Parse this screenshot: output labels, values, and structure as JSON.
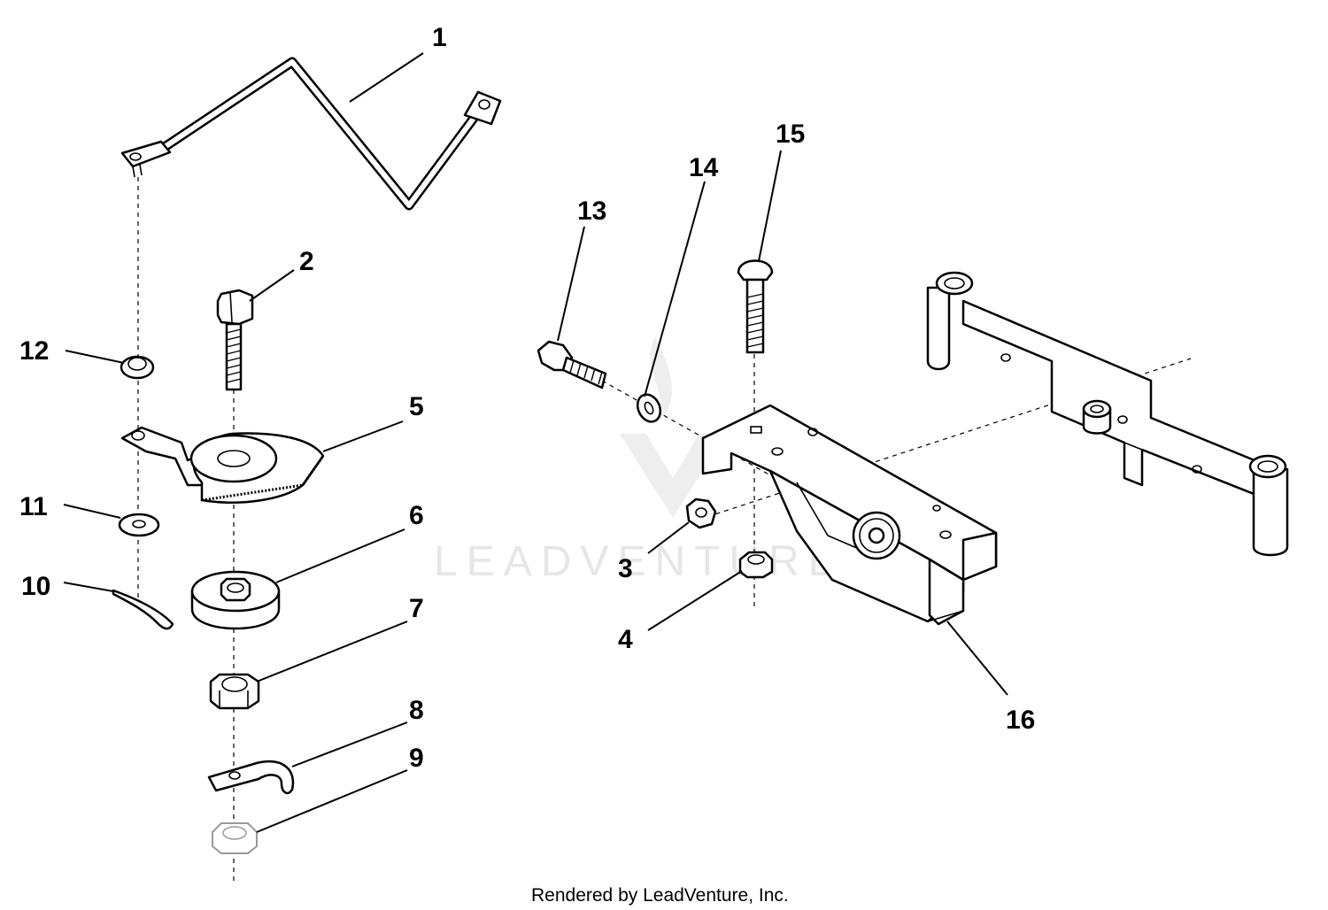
{
  "footer": "Rendered by LeadVenture, Inc.",
  "watermark": "LEADVENTURE",
  "callouts": [
    "1",
    "2",
    "3",
    "4",
    "5",
    "6",
    "7",
    "8",
    "9",
    "10",
    "11",
    "12",
    "13",
    "14",
    "15",
    "16"
  ]
}
